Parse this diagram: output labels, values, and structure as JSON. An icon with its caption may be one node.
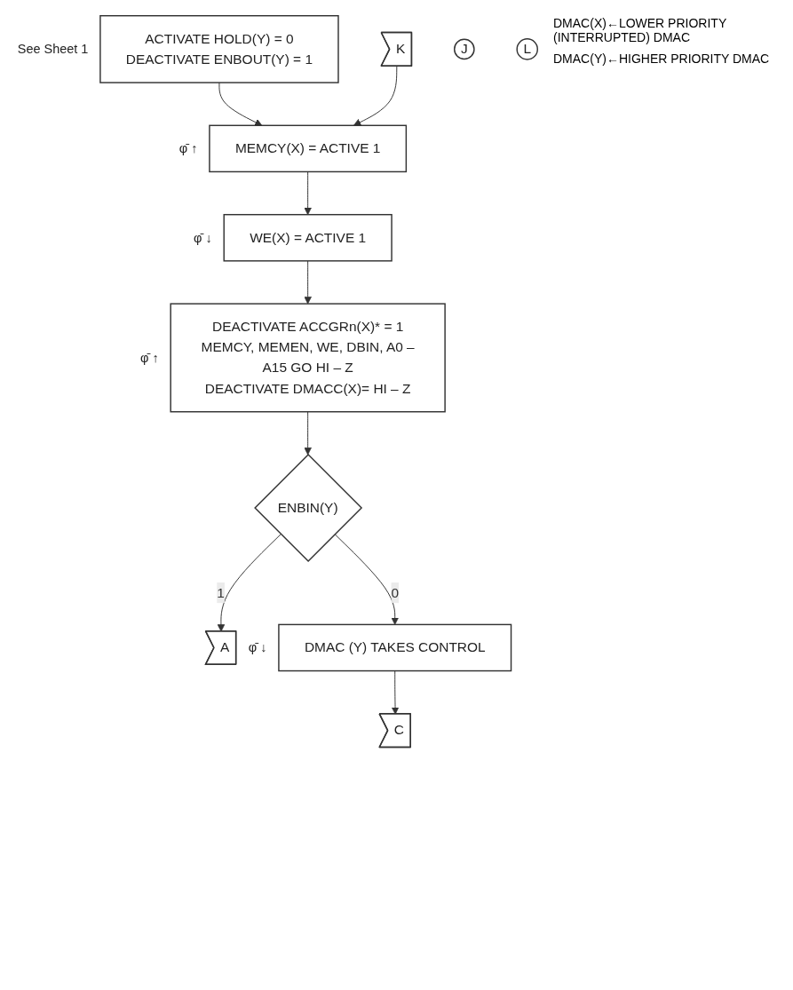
{
  "diagram": {
    "nodes": [
      {
        "text": [
          "J"
        ]
      },
      {
        "text": [
          "ACTIVATE HOLD(Y) = 0",
          "DEACTIVATE ENBOUT(Y) = 1"
        ],
        "beside": [
          "See Sheet 1"
        ]
      },
      {
        "text": [
          "K"
        ]
      },
      {
        "text": [
          "MEMCY(X) = ACTIVE 1"
        ],
        "beside": [
          "φ̄ ↑"
        ]
      },
      {
        "text": [
          "WE(X) = ACTIVE 1"
        ],
        "beside": [
          "φ̄ ↓"
        ]
      },
      {
        "text": [
          "L"
        ]
      },
      {
        "text": [
          "DEACTIVATE ACCGRn(X)* = 1",
          "MEMCY, MEMEN, WE, DBIN, A0 –A15 GO HI – Z",
          "DEACTIVATE DMACC(X)= HI – Z"
        ],
        "beside": [
          "φ̄ ↑"
        ]
      },
      {
        "text": [
          "ENBIN(Y)"
        ]
      },
      {
        "text": [
          "A"
        ]
      },
      {
        "text": [
          "DMAC (Y) TAKES CONTROL"
        ],
        "beside": [
          "φ̄ ↓"
        ]
      },
      {
        "text": [
          "C"
        ]
      }
    ],
    "edges": [
      {
        "from": 1,
        "to": 3,
        "arrow": "to"
      },
      {
        "from": 2,
        "to": 3,
        "arrow": "to"
      },
      {
        "from": 3,
        "to": 4,
        "arrow": "to"
      },
      {
        "from": 4,
        "to": 6,
        "arrow": "to"
      },
      {
        "from": 6,
        "to": 7,
        "arrow": "to"
      },
      {
        "from": 7,
        "to": 8,
        "label": "1",
        "arrow": "to"
      },
      {
        "from": 7,
        "to": 9,
        "label": "0",
        "arrow": "to"
      },
      {
        "from": 9,
        "to": 10,
        "arrow": "to"
      }
    ],
    "labels": [
      "DMAC(X)←LOWER PRIORITY (INTERRUPTED) DMAC",
      "DMAC(Y)←HIGHER PRIORITY DMAC"
    ]
  }
}
